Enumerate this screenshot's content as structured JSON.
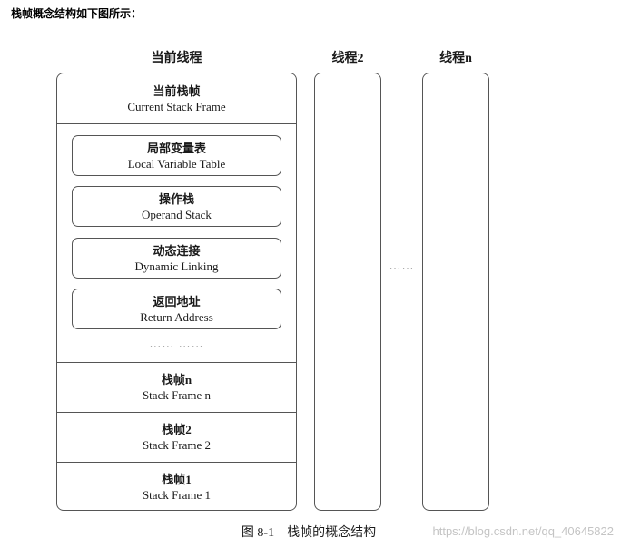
{
  "intro": "栈帧概念结构如下图所示：",
  "columns": {
    "current_thread": "当前线程",
    "thread2": "线程2",
    "threadn": "线程n"
  },
  "current_frame": {
    "zh": "当前栈帧",
    "en": "Current Stack Frame"
  },
  "inner_items": [
    {
      "zh": "局部变量表",
      "en": "Local Variable Table"
    },
    {
      "zh": "操作栈",
      "en": "Operand Stack"
    },
    {
      "zh": "动态连接",
      "en": "Dynamic Linking"
    },
    {
      "zh": "返回地址",
      "en": "Return Address"
    }
  ],
  "inner_more": "…… ……",
  "between_threads": "……",
  "frames": [
    {
      "zh": "栈帧n",
      "en": "Stack Frame n"
    },
    {
      "zh": "栈帧2",
      "en": "Stack Frame 2"
    },
    {
      "zh": "栈帧1",
      "en": "Stack Frame 1"
    }
  ],
  "caption": "图 8-1　栈帧的概念结构",
  "watermark": "https://blog.csdn.net/qq_40645822"
}
